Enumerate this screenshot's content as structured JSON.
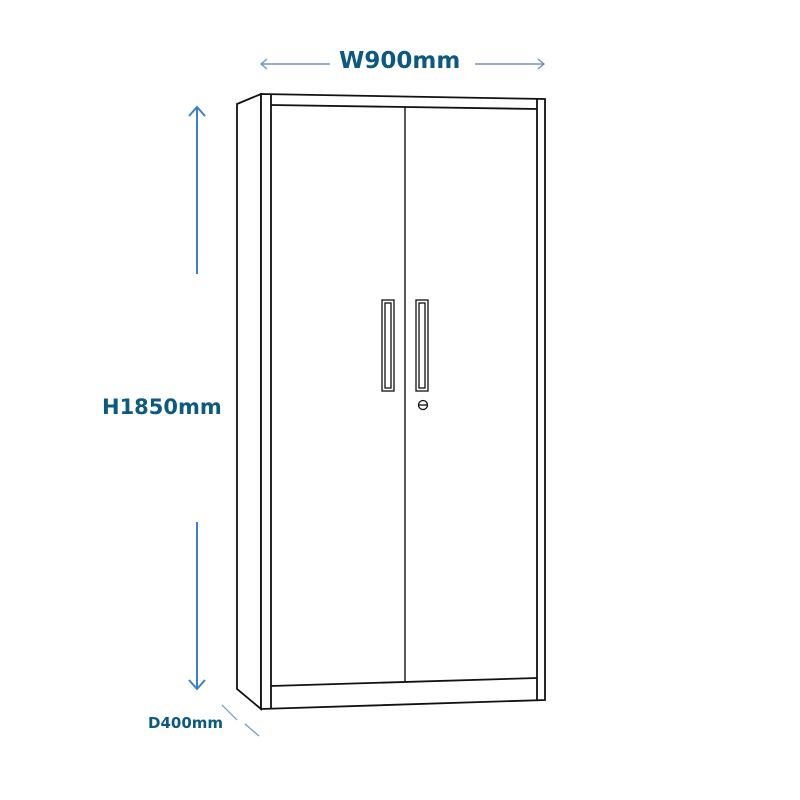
{
  "diagram": {
    "subject": "Two-door tall storage cabinet",
    "dimensions": {
      "width": "W900mm",
      "height": "H1850mm",
      "depth": "D400mm"
    },
    "colors": {
      "label_text": "#0e5a7e",
      "arrow_height": "#3a7fd0",
      "arrow_width": "#6f95bd",
      "outline": "#111111",
      "background": "#ffffff"
    },
    "parts": [
      "cabinet-body",
      "left-door",
      "right-door",
      "left-handle",
      "right-handle",
      "lock",
      "plinth",
      "top-frame",
      "side-panel"
    ]
  }
}
